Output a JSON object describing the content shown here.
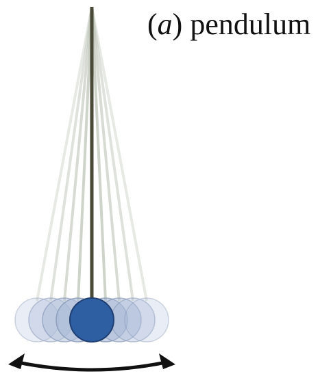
{
  "caption": {
    "open_paren": "(",
    "label": "a",
    "close_paren": ")",
    "title": "pendulum"
  },
  "colors": {
    "rod": "#4a4a38",
    "bob_fill": "#2f5fa3",
    "bob_stroke": "#1f3f73",
    "ghost_rod": "#bcc3b6",
    "ghost_bob_fill": "#a9b9d6",
    "ghost_bob_stroke": "#7d8fb0",
    "arrow": "#111111"
  },
  "icons": {
    "motion_arrow": "double-headed-arc-arrow"
  }
}
